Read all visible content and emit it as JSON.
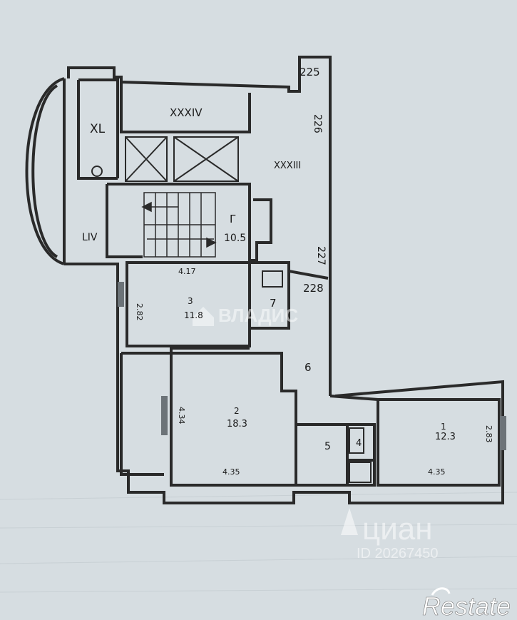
{
  "plan": {
    "room_labels": {
      "XL": "XL",
      "XXXIV": "XXXIV",
      "XXXIII": "XXXIII",
      "LIV": "LIV",
      "hall_letter": "Г",
      "hall_area": "10.5",
      "room_3_num": "3",
      "room_3_area": "11.8",
      "room_7": "7",
      "room_6": "6",
      "room_2_num": "2",
      "room_2_area": "18.3",
      "room_5": "5",
      "room_4": "4",
      "room_1_num": "1",
      "room_1_area": "12.3"
    },
    "tags": {
      "t225": "225",
      "t226": "226",
      "t227": "227",
      "t228": "228"
    },
    "dimensions": {
      "d417": "4.17",
      "d282": "2.82",
      "d434": "4.34",
      "d435a": "4.35",
      "d435b": "4.35",
      "d283": "2.83"
    }
  },
  "watermarks": {
    "vladis": "ВЛАДИС",
    "cian": "циан",
    "cian_id": "ID 20267450",
    "restate": "Restate"
  },
  "colors": {
    "paper": "#d6dde1",
    "wall": "#2a2a2a"
  }
}
